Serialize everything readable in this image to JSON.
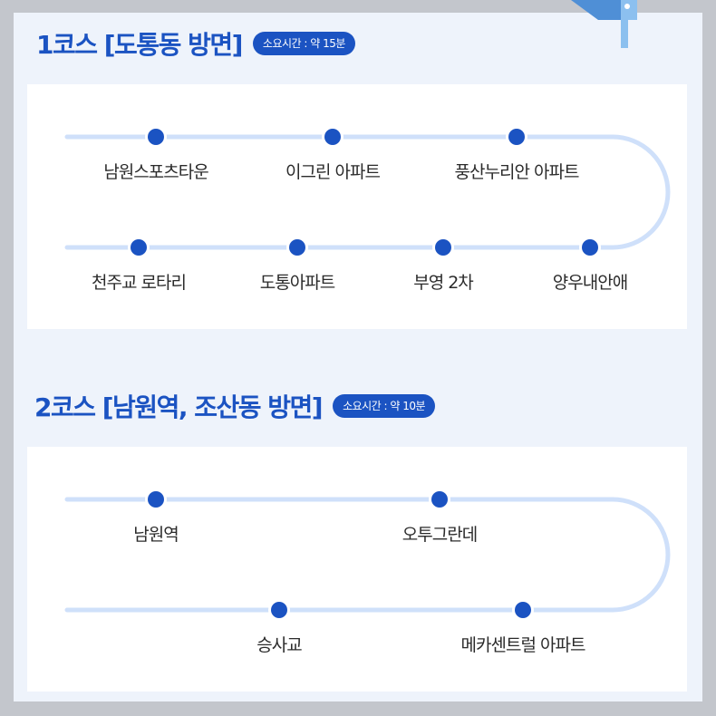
{
  "course1": {
    "title": "1코스 [도통동 방면]",
    "badge": "소요시간 : 약 15분",
    "stops": [
      "남원스포츠타운",
      "이그린 아파트",
      "풍산누리안 아파트",
      "양우내안애",
      "부영 2차",
      "도통아파트",
      "천주교 로타리"
    ]
  },
  "course2": {
    "title": "2코스 [남원역, 조산동 방면]",
    "badge": "소요시간 : 약 10분",
    "stops": [
      "남원역",
      "오투그란데",
      "메카센트럴 아파트",
      "승사교"
    ]
  },
  "colors": {
    "brand_blue": "#1b53c2",
    "route_line": "#cfe0fa",
    "dot": "#1b53c2",
    "card": "#ffffff",
    "panel": "#eef3fb"
  }
}
